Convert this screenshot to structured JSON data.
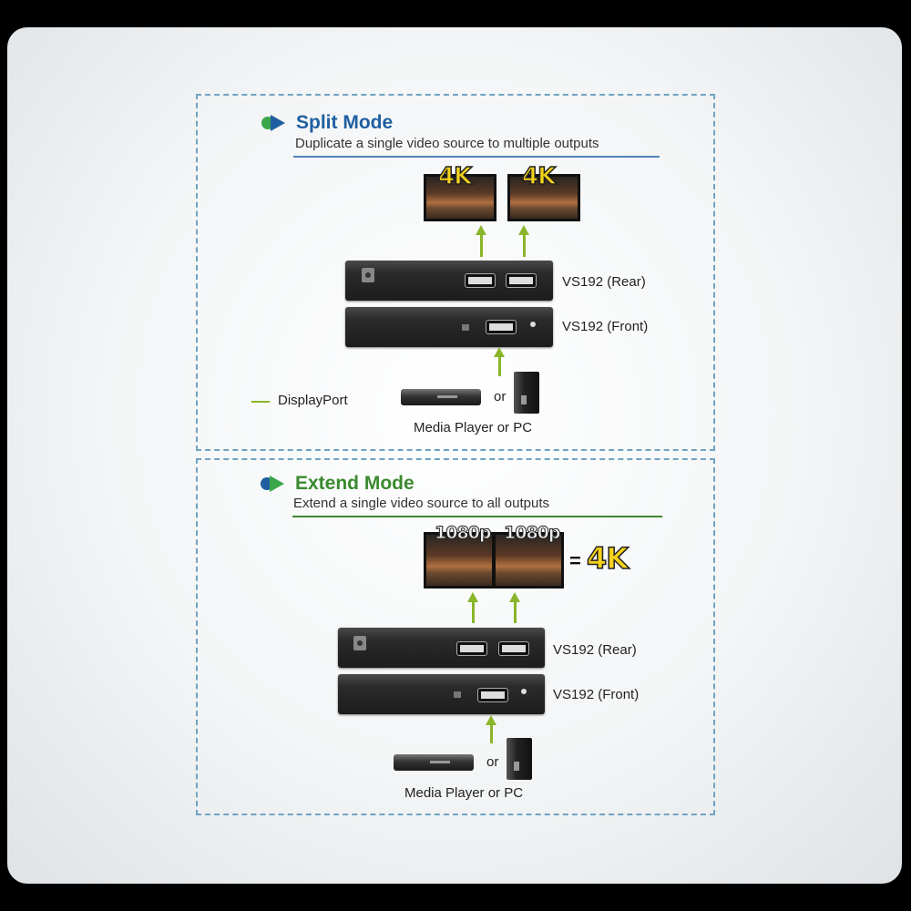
{
  "colors": {
    "split_accent": "#1f5fa0",
    "extend_accent": "#3a8a2e",
    "arrow": "#8ab52a"
  },
  "split": {
    "title": "Split Mode",
    "subtitle": "Duplicate a single video source to multiple outputs",
    "monitor_badges": [
      "4K",
      "4K"
    ],
    "rear_label": "VS192 (Rear)",
    "front_label": "VS192 (Front)",
    "or_text": "or",
    "source_label": "Media Player or PC",
    "legend_label": "DisplayPort"
  },
  "extend": {
    "title": "Extend Mode",
    "subtitle": "Extend a single video source to all outputs",
    "monitor_badges": [
      "1080p",
      "1080p"
    ],
    "equals": "=",
    "result_badge": "4K",
    "rear_label": "VS192 (Rear)",
    "front_label": "VS192 (Front)",
    "or_text": "or",
    "source_label": "Media Player or PC"
  }
}
